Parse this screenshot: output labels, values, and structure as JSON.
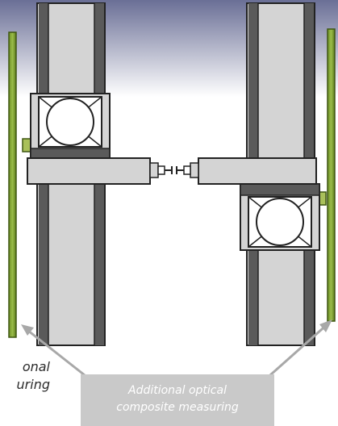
{
  "labels": {
    "left_partial_line1": "onal",
    "left_partial_line2": "uring",
    "callout_line1": "Additional optical",
    "callout_line2": "composite measuring"
  },
  "colors": {
    "column_fill": "#d4d4d4",
    "column_dark": "#5a5a5a",
    "outline": "#222222",
    "gauge_green": "#8aad3a",
    "gauge_green_dark": "#4f6b1c",
    "arrow_gray": "#a8a8a8",
    "callout_bg": "#c9c9c9",
    "header_gradient_top": "#6a6f96",
    "header_gradient_bottom": "#ffffff"
  }
}
